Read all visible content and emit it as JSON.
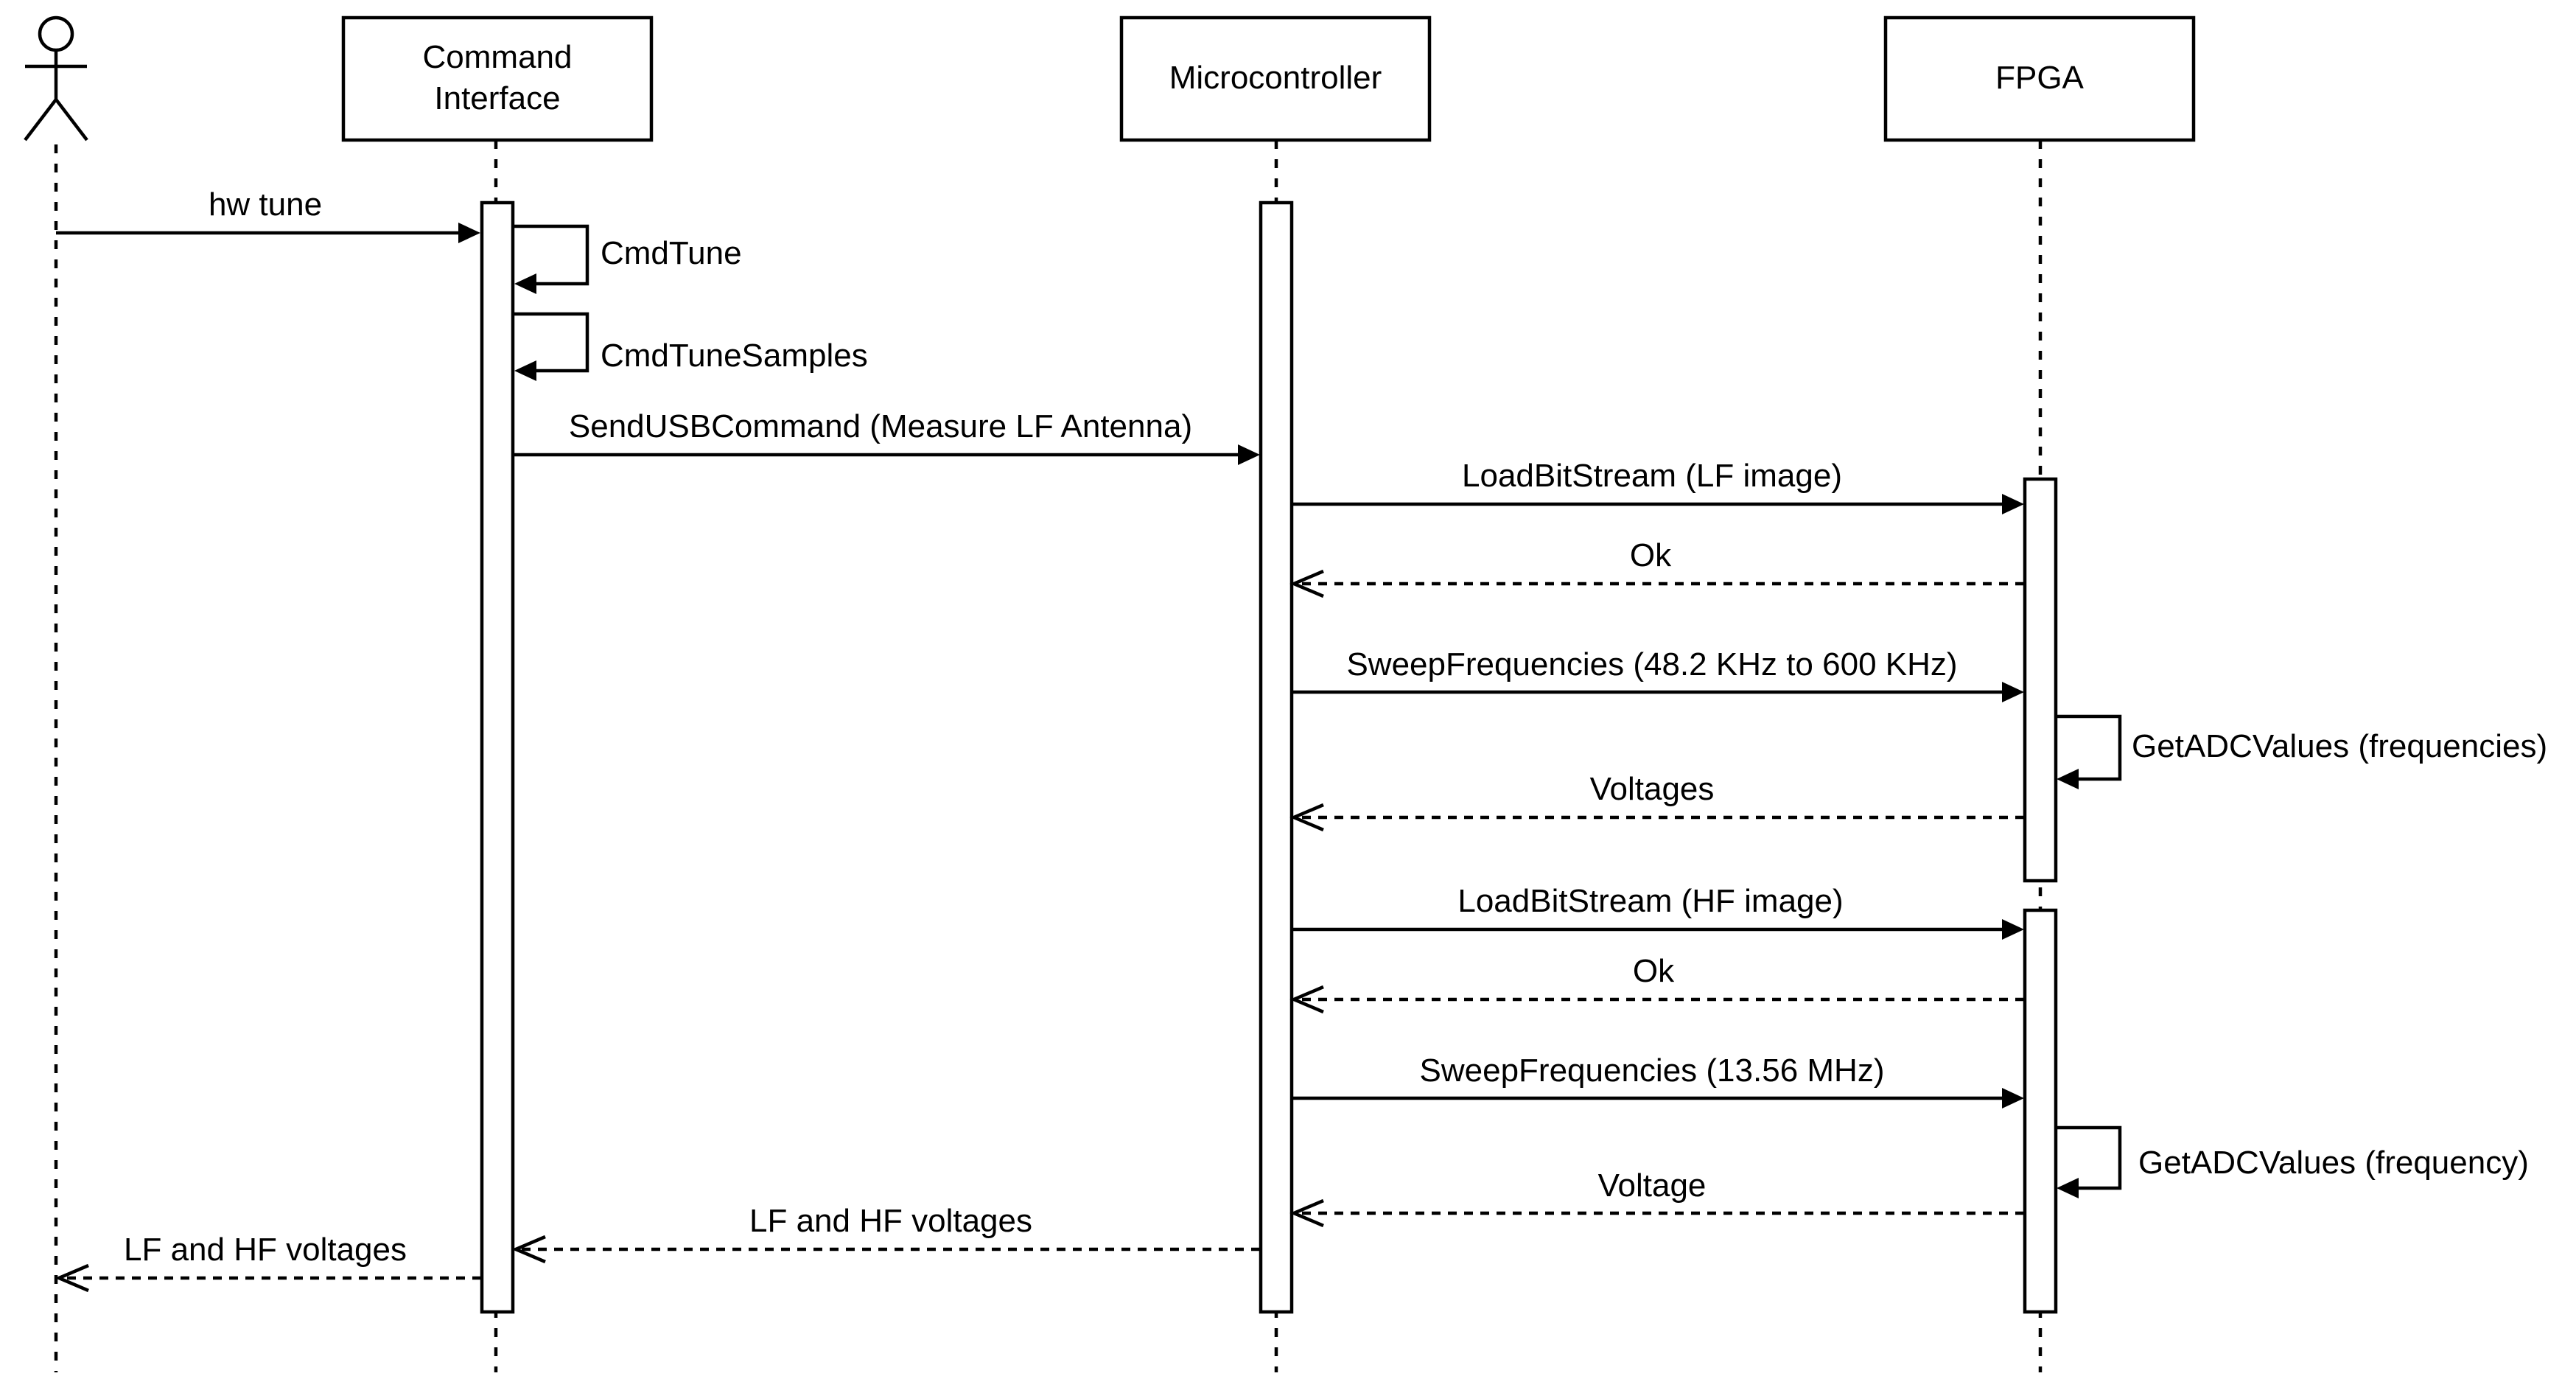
{
  "participants": {
    "actor": {
      "label": ""
    },
    "command_interface": {
      "line1": "Command",
      "line2": "Interface"
    },
    "microcontroller": {
      "label": "Microcontroller"
    },
    "fpga": {
      "label": "FPGA"
    }
  },
  "messages": {
    "hw_tune": "hw tune",
    "cmd_tune": "CmdTune",
    "cmd_tune_samples": "CmdTuneSamples",
    "send_usb_command": "SendUSBCommand (Measure LF Antenna)",
    "load_bitstream_lf": "LoadBitStream (LF image)",
    "ok_1": "Ok",
    "sweep_lf": "SweepFrequencies (48.2 KHz to 600 KHz)",
    "get_adc_values_lf": "GetADCValues (frequencies)",
    "voltages": "Voltages",
    "load_bitstream_hf": "LoadBitStream (HF image)",
    "ok_2": "Ok",
    "sweep_hf": "SweepFrequencies (13.56 MHz)",
    "get_adc_values_hf": "GetADCValues (frequency)",
    "voltage": "Voltage",
    "lf_hf_voltages_mc": "LF and HF voltages",
    "lf_hf_voltages_ci": "LF and HF voltages"
  }
}
